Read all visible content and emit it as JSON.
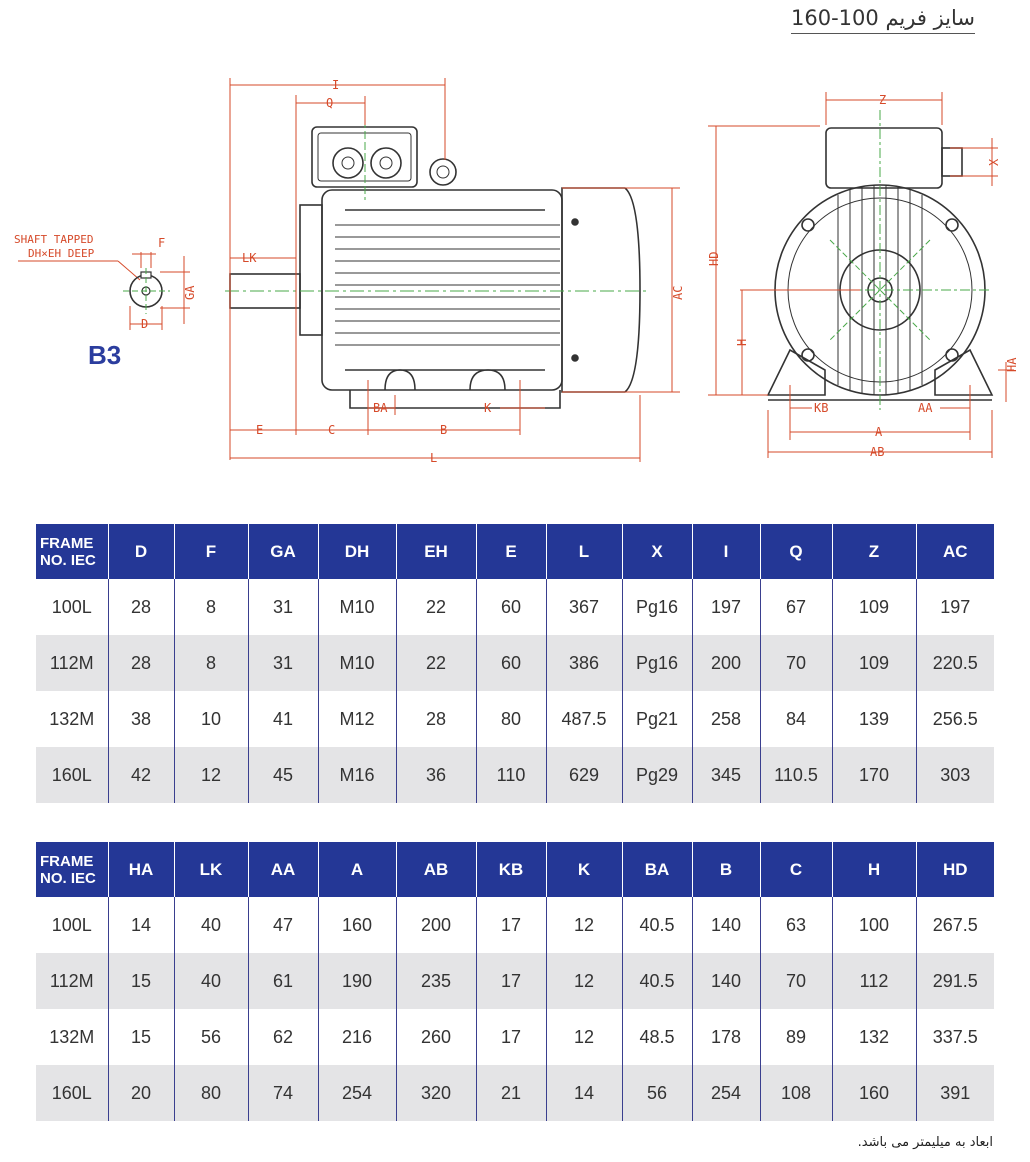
{
  "title": "سایز فریم  100-160",
  "b3_label": "B3",
  "drawing_labels": {
    "shaft_note_line1": "SHAFT TAPPED",
    "shaft_note_line2": "DH×EH DEEP",
    "F": "F",
    "GA": "GA",
    "D": "D",
    "LK": "LK",
    "I": "I",
    "Q": "Q",
    "AC": "AC",
    "E": "E",
    "C": "C",
    "B": "B",
    "BA": "BA",
    "K": "K",
    "L": "L",
    "Z": "Z",
    "X": "X",
    "HD": "HD",
    "H": "H",
    "HA": "HA",
    "KB": "KB",
    "AA": "AA",
    "A": "A",
    "AB": "AB"
  },
  "table1": {
    "headers": [
      "FRAME NO. IEC",
      "D",
      "F",
      "GA",
      "DH",
      "EH",
      "E",
      "L",
      "X",
      "I",
      "Q",
      "Z",
      "AC"
    ],
    "rows": [
      [
        "100L",
        "28",
        "8",
        "31",
        "M10",
        "22",
        "60",
        "367",
        "Pg16",
        "197",
        "67",
        "109",
        "197"
      ],
      [
        "112M",
        "28",
        "8",
        "31",
        "M10",
        "22",
        "60",
        "386",
        "Pg16",
        "200",
        "70",
        "109",
        "220.5"
      ],
      [
        "132M",
        "38",
        "10",
        "41",
        "M12",
        "28",
        "80",
        "487.5",
        "Pg21",
        "258",
        "84",
        "139",
        "256.5"
      ],
      [
        "160L",
        "42",
        "12",
        "45",
        "M16",
        "36",
        "110",
        "629",
        "Pg29",
        "345",
        "110.5",
        "170",
        "303"
      ]
    ]
  },
  "table2": {
    "headers": [
      "FRAME NO. IEC",
      "HA",
      "LK",
      "AA",
      "A",
      "AB",
      "KB",
      "K",
      "BA",
      "B",
      "C",
      "H",
      "HD"
    ],
    "rows": [
      [
        "100L",
        "14",
        "40",
        "47",
        "160",
        "200",
        "17",
        "12",
        "40.5",
        "140",
        "63",
        "100",
        "267.5"
      ],
      [
        "112M",
        "15",
        "40",
        "61",
        "190",
        "235",
        "17",
        "12",
        "40.5",
        "140",
        "70",
        "112",
        "291.5"
      ],
      [
        "132M",
        "15",
        "56",
        "62",
        "216",
        "260",
        "17",
        "12",
        "48.5",
        "178",
        "89",
        "132",
        "337.5"
      ],
      [
        "160L",
        "20",
        "80",
        "74",
        "254",
        "320",
        "21",
        "14",
        "56",
        "254",
        "108",
        "160",
        "391"
      ]
    ]
  },
  "footnote": "ابعاد به میلیمتر می باشد.",
  "colors": {
    "header_bg": "#243796",
    "alt_row_bg": "#e4e4e6",
    "dimension_line": "#d64a2a",
    "centerline": "#4aa84a"
  }
}
